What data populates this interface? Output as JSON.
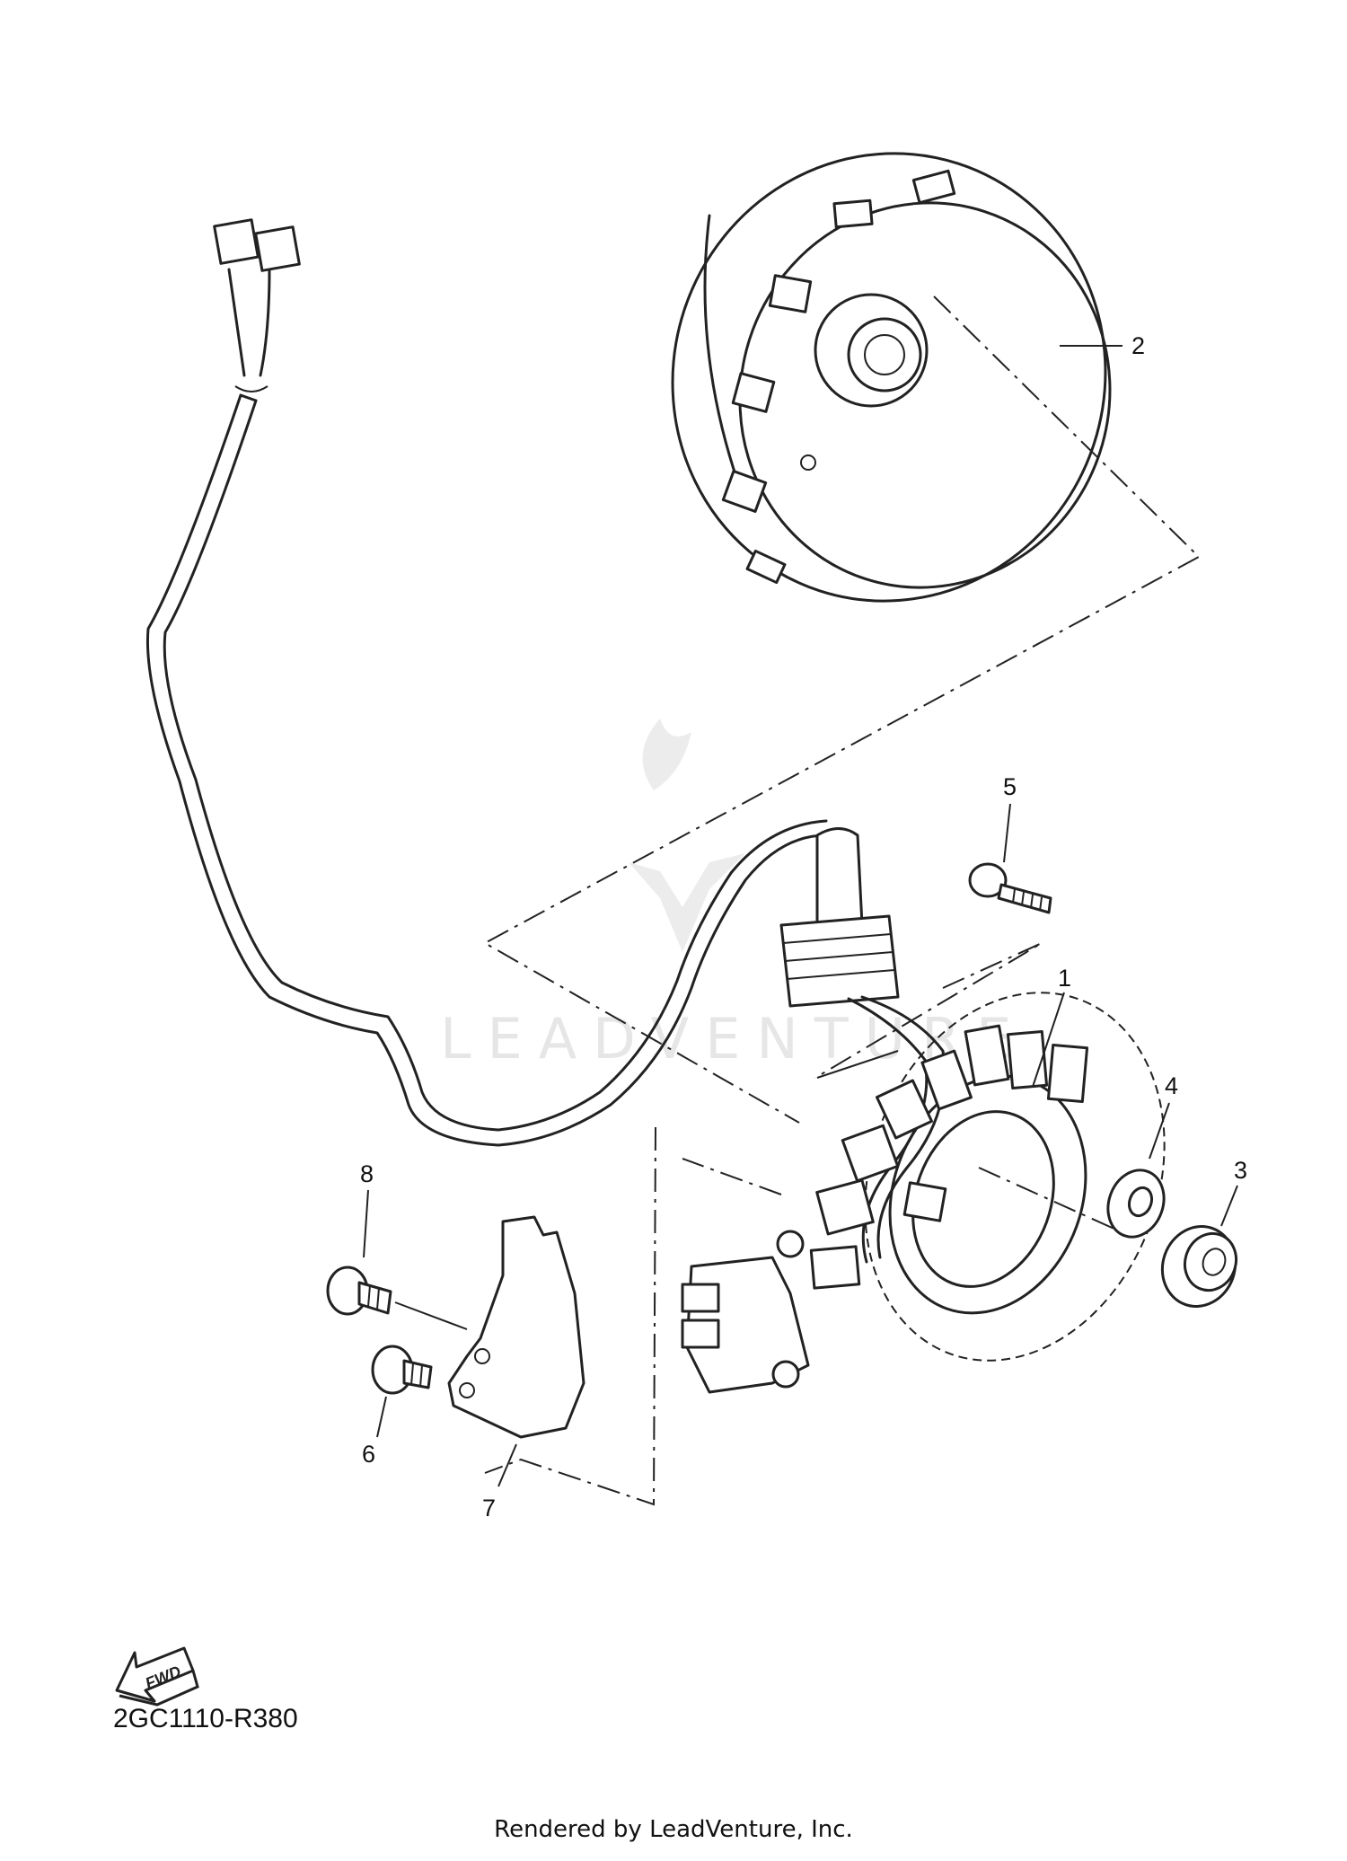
{
  "callouts": [
    {
      "id": "1",
      "label": "1"
    },
    {
      "id": "2",
      "label": "2"
    },
    {
      "id": "3",
      "label": "3"
    },
    {
      "id": "4",
      "label": "4"
    },
    {
      "id": "5",
      "label": "5"
    },
    {
      "id": "6",
      "label": "6"
    },
    {
      "id": "7",
      "label": "7"
    },
    {
      "id": "8",
      "label": "8"
    }
  ],
  "fwd_label": "FWD",
  "diagram_code": "2GC1110-R380",
  "watermark": "LEADVENTURE",
  "footer": "Rendered by LeadVenture, Inc.",
  "colors": {
    "line": "#222222",
    "background": "#ffffff",
    "watermark": "#e6e6e6"
  }
}
